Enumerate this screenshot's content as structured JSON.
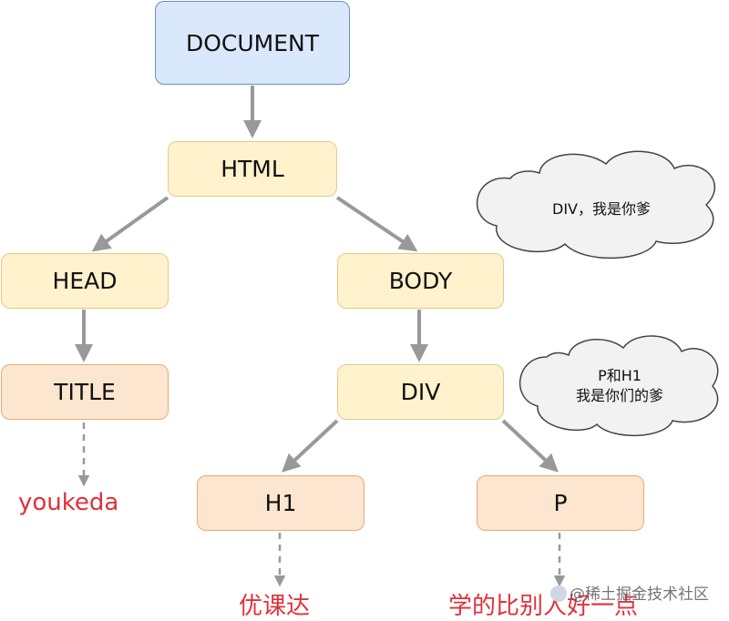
{
  "nodes": {
    "document": "DOCUMENT",
    "html": "HTML",
    "head": "HEAD",
    "body": "BODY",
    "title": "TITLE",
    "div": "DIV",
    "h1": "H1",
    "p": "P"
  },
  "leaves": {
    "title_text": "youkeda",
    "h1_text": "优课达",
    "p_text": "学的比别人好一点"
  },
  "clouds": {
    "div_note": "DIV，我是你爹",
    "p_h1_note": "P和H1\n我是你们的爹"
  },
  "watermark": "@稀土掘金技术社区",
  "colors": {
    "document_fill": "#dae8fc",
    "element_fill": "#fff2cc",
    "leaf_element_fill": "#fde6cf",
    "arrow": "#999999",
    "text_red": "#e0313a"
  }
}
